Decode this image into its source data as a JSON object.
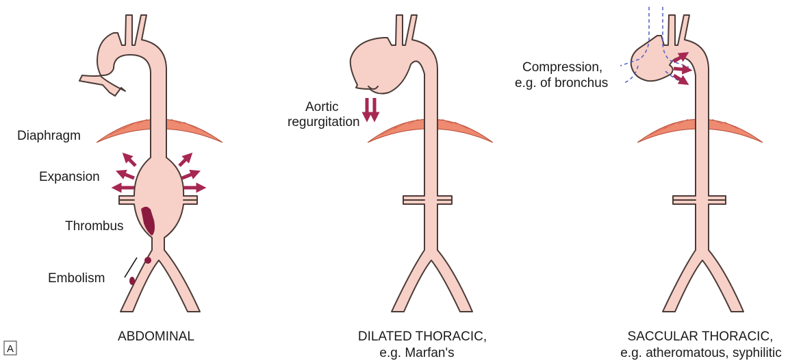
{
  "labels": {
    "abdominal_panel": {
      "diaphragm": "Diaphragm",
      "expansion": "Expansion",
      "thrombus": "Thrombus",
      "embolism": "Embolism",
      "caption": "ABDOMINAL"
    },
    "dilated_panel": {
      "regurgitation_line1": "Aortic",
      "regurgitation_line2": "regurgitation",
      "caption_line1": "DILATED THORACIC,",
      "caption_line2": "e.g. Marfan's"
    },
    "saccular_panel": {
      "compression_line1": "Compression,",
      "compression_line2": "e.g. of bronchus",
      "caption_line1": "SACCULAR THORACIC,",
      "caption_line2": "e.g. atheromatous, syphilitic"
    },
    "figure_tag": "A"
  },
  "colors": {
    "vessel_fill": "#f7d0c7",
    "outline": "#4a3b37",
    "diaphragm": "#ee8a70",
    "arrow": "#a62852",
    "thrombus": "#8b1a3f",
    "bronchus_dashed": "#4e5ec2"
  }
}
